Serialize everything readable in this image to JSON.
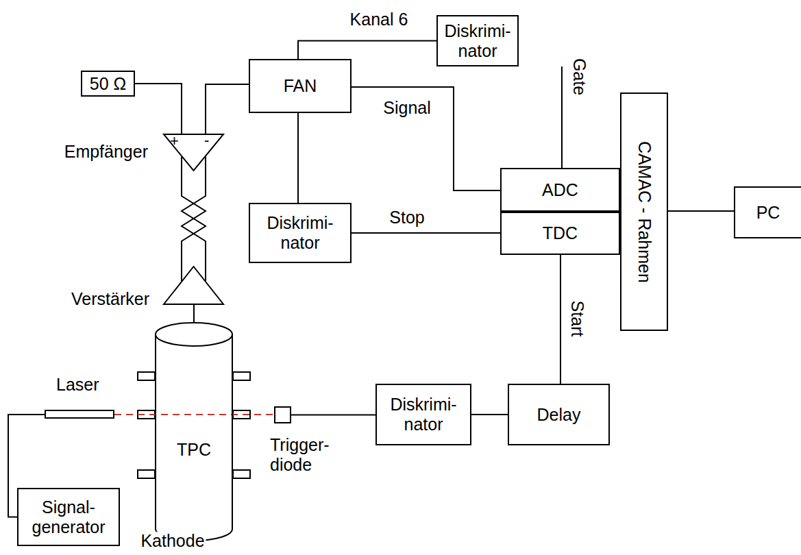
{
  "diagram": {
    "nodes": [
      {
        "text": [
          "50 Ω"
        ]
      },
      {
        "text": [
          "FAN"
        ]
      },
      {
        "text": [
          "Diskrimi- nator"
        ]
      },
      {
        "text": [
          "Empfänger",
          "+",
          "-"
        ]
      },
      {
        "text": [
          "ADC"
        ]
      },
      {
        "text": [
          "CAMAC - Rahmen"
        ]
      },
      {
        "text": [
          "PC"
        ]
      },
      {
        "text": [
          "Diskrimi- nator"
        ]
      },
      {
        "text": [
          "TDC"
        ]
      },
      {
        "text": [
          "Verstärker"
        ]
      },
      {
        "text": [
          "Delay"
        ]
      },
      {
        "text": [
          "Laser"
        ]
      },
      {
        "text": [
          "TPC"
        ]
      },
      {
        "text": [
          "Trigger- diode"
        ]
      },
      {
        "text": [
          "Diskrimi- nator"
        ]
      },
      {
        "text": [
          "Signal- generator"
        ]
      }
    ],
    "edges": [
      {
        "from": 0,
        "to": 3,
        "arrow": "none"
      },
      {
        "from": 3,
        "to": 1,
        "arrow": "none"
      },
      {
        "from": 1,
        "to": 2,
        "label": "Kanal 6",
        "arrow": "none"
      },
      {
        "from": 2,
        "to": 4,
        "label": "Gate",
        "arrow": "none"
      },
      {
        "from": 1,
        "to": 4,
        "label": "Signal",
        "arrow": "none"
      },
      {
        "from": 1,
        "to": 7,
        "arrow": "none"
      },
      {
        "from": 7,
        "to": 8,
        "label": "Stop",
        "arrow": "none"
      },
      {
        "from": 10,
        "to": 8,
        "label": "Start",
        "arrow": "none"
      },
      {
        "from": 14,
        "to": 10,
        "arrow": "none"
      },
      {
        "from": 13,
        "to": 14,
        "arrow": "none"
      },
      {
        "from": 5,
        "to": 6,
        "arrow": "none"
      },
      {
        "from": 9,
        "to": 3,
        "arrow": "none"
      },
      {
        "from": 12,
        "to": 9,
        "arrow": "none"
      },
      {
        "from": 15,
        "to": 11,
        "arrow": "none"
      },
      {
        "from": 11,
        "to": 13,
        "arrow": "none"
      }
    ],
    "labels": [
      "Kathode"
    ]
  }
}
